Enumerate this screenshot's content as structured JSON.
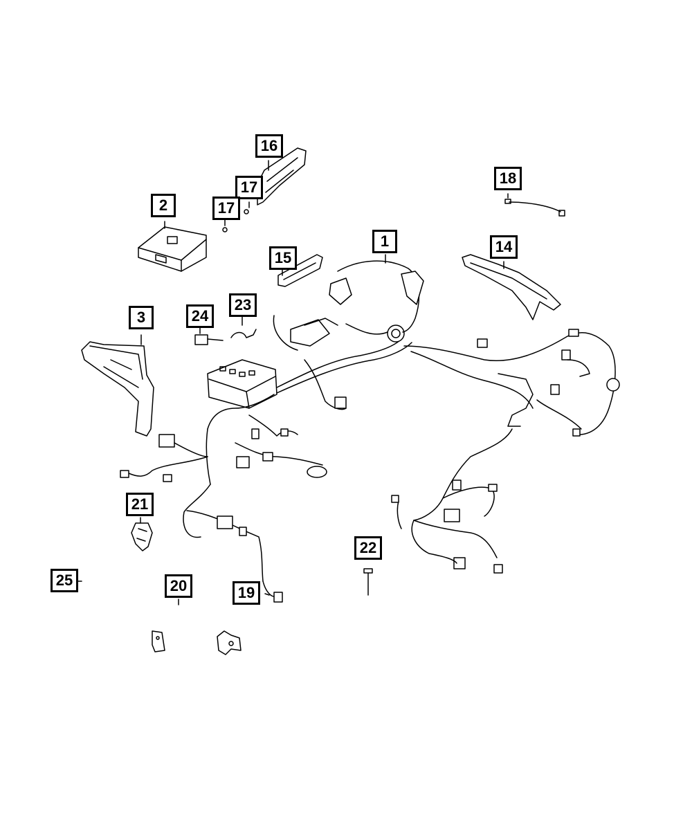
{
  "diagram": {
    "colors": {
      "line": "#000000",
      "background": "#ffffff"
    },
    "callouts": [
      {
        "id": "c1",
        "label": "1"
      },
      {
        "id": "c2",
        "label": "2"
      },
      {
        "id": "c3",
        "label": "3"
      },
      {
        "id": "c14",
        "label": "14"
      },
      {
        "id": "c15",
        "label": "15"
      },
      {
        "id": "c16",
        "label": "16"
      },
      {
        "id": "c17a",
        "label": "17"
      },
      {
        "id": "c17b",
        "label": "17"
      },
      {
        "id": "c18",
        "label": "18"
      },
      {
        "id": "c19",
        "label": "19"
      },
      {
        "id": "c20",
        "label": "20"
      },
      {
        "id": "c21",
        "label": "21"
      },
      {
        "id": "c22",
        "label": "22"
      },
      {
        "id": "c23",
        "label": "23"
      },
      {
        "id": "c24",
        "label": "24"
      },
      {
        "id": "c25",
        "label": "25"
      }
    ]
  }
}
